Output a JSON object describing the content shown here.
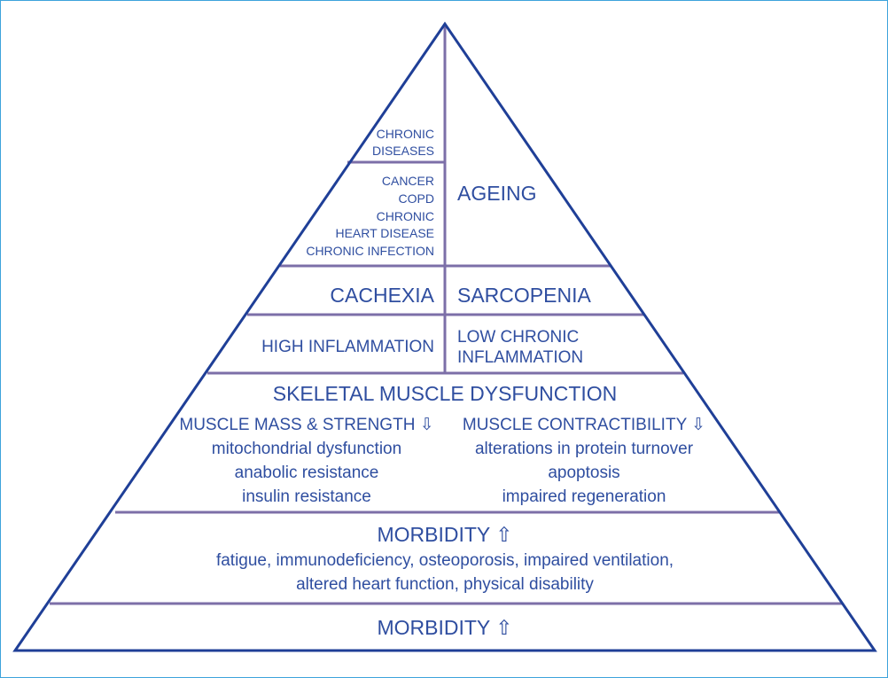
{
  "pyramid": {
    "apex": {
      "left_header": [
        "CHRONIC",
        "DISEASES"
      ],
      "left_list": [
        "CANCER",
        "COPD",
        "CHRONIC",
        "HEART DISEASE",
        "CHRONIC INFECTION"
      ],
      "right_label": "AGEING"
    },
    "tier2": {
      "left": "CACHEXIA",
      "right": "SARCOPENIA"
    },
    "tier3": {
      "left": "HIGH INFLAMMATION",
      "right": [
        "LOW CHRONIC",
        "INFLAMMATION"
      ]
    },
    "tier4": {
      "title": "SKELETAL MUSCLE DYSFUNCTION",
      "left_heading": "MUSCLE MASS & STRENGTH ⇩",
      "left_items": [
        "mitochondrial dysfunction",
        "anabolic resistance",
        "insulin resistance"
      ],
      "right_heading": "MUSCLE CONTRACTIBILITY ⇩",
      "right_items": [
        "alterations in protein turnover",
        "apoptosis",
        "impaired regeneration"
      ]
    },
    "tier5": {
      "title": "MORBIDITY ⇧",
      "lines": [
        "fatigue, immunodeficiency, osteoporosis, impaired ventilation,",
        "altered heart function, physical disability"
      ]
    },
    "tier6": {
      "title": "MORBIDITY ⇧"
    },
    "colors": {
      "outline": "#1f3f97",
      "divider": "#7c6fa8",
      "text": "#2f4ea0",
      "frame": "#3da3dc"
    }
  }
}
